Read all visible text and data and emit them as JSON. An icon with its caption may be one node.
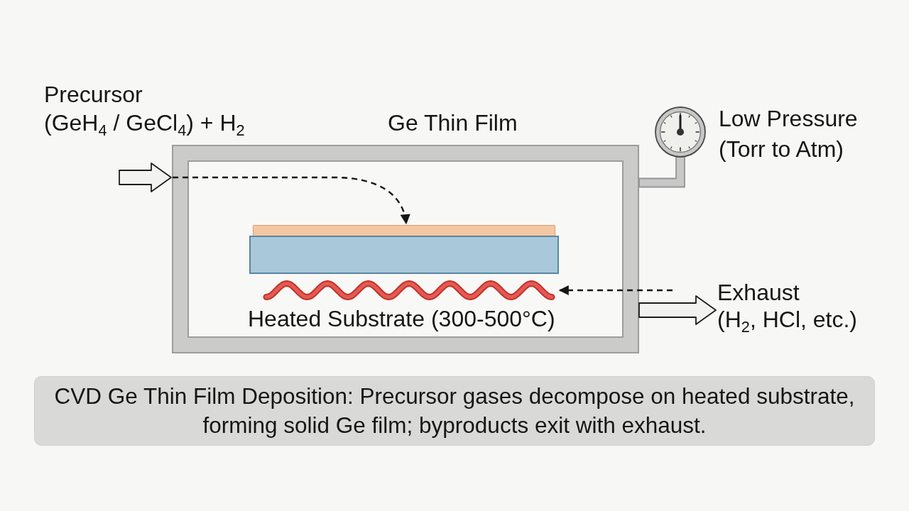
{
  "diagram": {
    "caption": "CVD Ge Thin Film Deposition: Precursor gases decompose on heated substrate, forming solid Ge film; byproducts exit with exhaust.",
    "nodes": [
      {
        "text": [],
        "shape": "box"
      },
      {
        "text": [],
        "shape": "bar",
        "in": 0
      },
      {
        "text": [],
        "shape": "box",
        "in": 0
      },
      {
        "text": [],
        "shape": "wave",
        "in": 0,
        "beside": [
          "Heated Substrate (300-500°C)"
        ]
      },
      {
        "text": [],
        "shape": "gauge",
        "beside": [
          "Low Pressure",
          "(Torr to Atm)"
        ]
      },
      {
        "text": [
          "Exhaust",
          "(H$_{2}$, HCl, etc.)"
        ]
      }
    ],
    "edges": [
      {
        "from": null,
        "to": 0,
        "arrow": "to",
        "style": "thick"
      },
      {
        "from": null,
        "to": 1,
        "arrow": "to",
        "style": "dashed"
      },
      {
        "from": 0,
        "to": 4,
        "arrow": "none",
        "style": "thick",
        "color": "#c8c8c8"
      },
      {
        "from": null,
        "to": 3,
        "arrow": "to",
        "style": "dashed"
      },
      {
        "from": 0,
        "to": 5,
        "arrow": "to",
        "style": "thick"
      }
    ],
    "labels": [
      "Precursor",
      "(GeH$_{4}$ / GeCl$_{4}$) + H$_{2}$",
      "Ge Thin Film"
    ]
  }
}
